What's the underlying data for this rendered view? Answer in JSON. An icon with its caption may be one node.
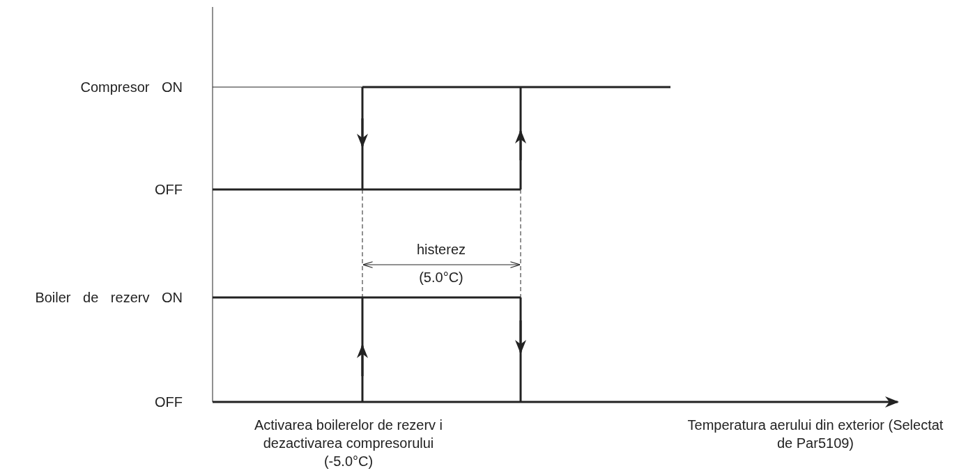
{
  "diagram": {
    "labels": [
      "Compresor ON",
      "OFF",
      "histerez",
      "(5.0°C)",
      "Boiler de rezerv ON",
      "OFF",
      "Activarea boilerelor de rezerv i dezactivarea compresorului (-5.0°C)",
      "Temperatura aerului din exterior (Selectat de Par5109)"
    ]
  }
}
